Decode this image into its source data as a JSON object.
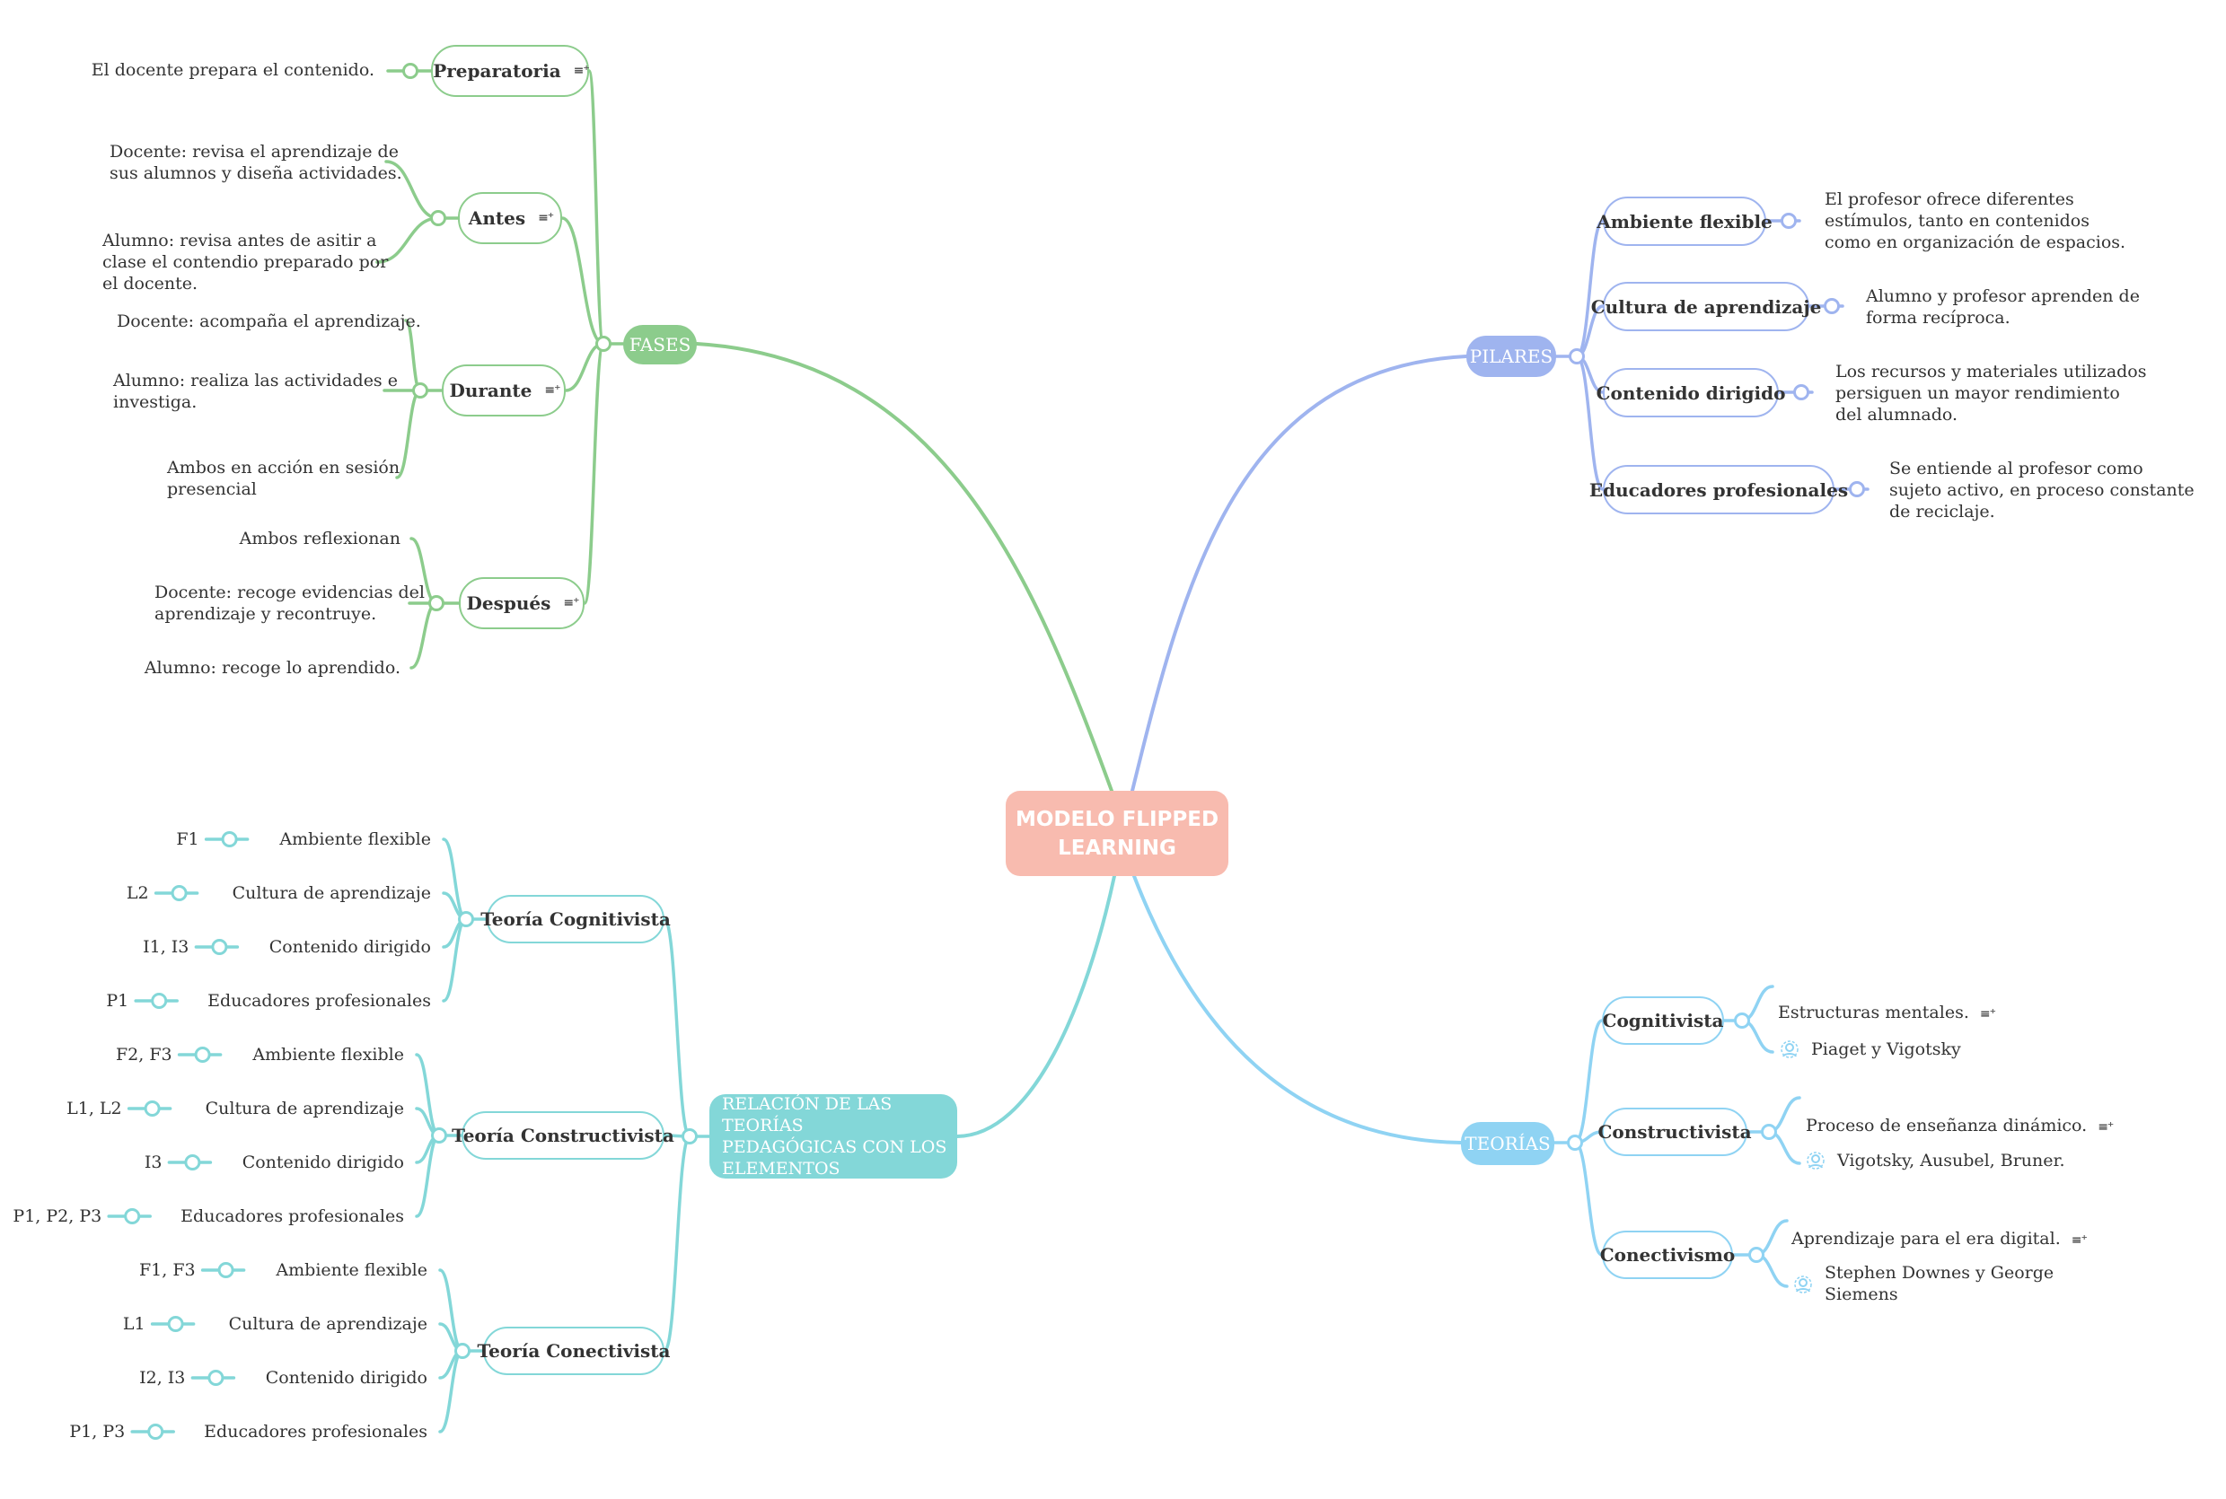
{
  "center": {
    "title": "MODELO FLIPPED\nLEARNING",
    "color": "#f8bbaf"
  },
  "colors": {
    "fases": "#8ccc8c",
    "pilares": "#9fb4ef",
    "teorias": "#8fd3f3",
    "relacion": "#83d7d8"
  },
  "fases": {
    "label": "FASES",
    "preparatoria": {
      "label": "Preparatoria",
      "notes": [
        "El docente prepara el contenido."
      ]
    },
    "antes": {
      "label": "Antes",
      "notes": [
        "Docente: revisa el aprendizaje de\nsus alumnos y diseña actividades.",
        "Alumno: revisa antes de asitir a\nclase el contendio preparado por\nel docente."
      ]
    },
    "durante": {
      "label": "Durante",
      "notes": [
        "Docente: acompaña el aprendizaje.",
        "Alumno: realiza las actividades e\ninvestiga.",
        "Ambos en acción en sesión\npresencial"
      ]
    },
    "despues": {
      "label": "Después",
      "notes": [
        "Ambos reflexionan",
        "Docente: recoge evidencias del\naprendizaje y recontruye.",
        "Alumno: recoge lo aprendido."
      ]
    }
  },
  "pilares": {
    "label": "PILARES",
    "items": [
      {
        "label": "Ambiente flexible",
        "desc": "El profesor ofrece diferentes\nestímulos, tanto en contenidos\ncomo en organización de espacios."
      },
      {
        "label": "Cultura de aprendizaje",
        "desc": "Alumno y profesor aprenden de\nforma recíproca."
      },
      {
        "label": "Contenido dirigido",
        "desc": "Los recursos y materiales utilizados\npersiguen un mayor rendimiento\ndel alumnado."
      },
      {
        "label": "Educadores profesionales",
        "desc": "Se entiende al profesor como\nsujeto activo, en proceso constante\nde reciclaje."
      }
    ]
  },
  "teorias": {
    "label": "TEORÍAS",
    "items": [
      {
        "label": "Cognitivista",
        "desc": "Estructuras mentales.",
        "authors": "Piaget y Vigotsky"
      },
      {
        "label": "Constructivista",
        "desc": "Proceso de enseñanza dinámico.",
        "authors": "Vigotsky, Ausubel, Bruner."
      },
      {
        "label": "Conectivismo",
        "desc": "Aprendizaje para el era digital.",
        "authors": "Stephen Downes y George\nSiemens"
      }
    ]
  },
  "relacion": {
    "label": "RELACIÓN DE LAS TEORÍAS\nPEDAGÓGICAS  CON LOS\nELEMENTOS",
    "groups": [
      {
        "label": "Teoría Cognitivista",
        "rows": [
          {
            "element": "Ambiente flexible",
            "code": "F1"
          },
          {
            "element": "Cultura de aprendizaje",
            "code": "L2"
          },
          {
            "element": "Contenido dirigido",
            "code": "I1, I3"
          },
          {
            "element": "Educadores profesionales",
            "code": "P1"
          }
        ]
      },
      {
        "label": "Teoría Constructivista",
        "rows": [
          {
            "element": "Ambiente flexible",
            "code": "F2, F3"
          },
          {
            "element": "Cultura de aprendizaje",
            "code": "L1, L2"
          },
          {
            "element": "Contenido dirigido",
            "code": "I3"
          },
          {
            "element": "Educadores profesionales",
            "code": "P1, P2, P3"
          }
        ]
      },
      {
        "label": "Teoría Conectivista",
        "rows": [
          {
            "element": "Ambiente flexible",
            "code": "F1, F3"
          },
          {
            "element": "Cultura de aprendizaje",
            "code": "L1"
          },
          {
            "element": "Contenido dirigido",
            "code": "I2, I3"
          },
          {
            "element": "Educadores profesionales",
            "code": "P1, P3"
          }
        ]
      }
    ]
  }
}
